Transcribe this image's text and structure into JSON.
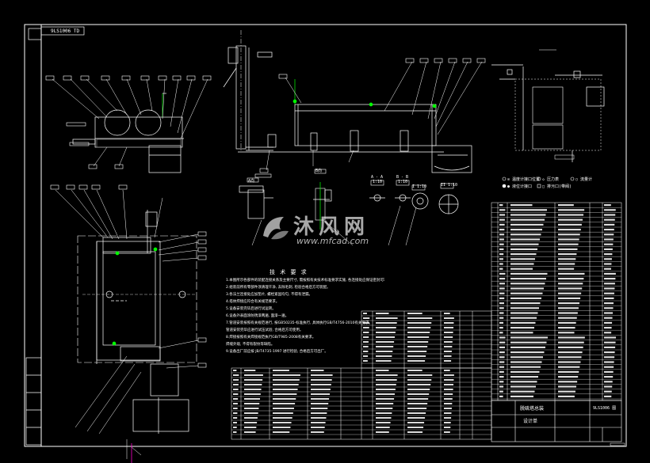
{
  "drawing": {
    "drawing_number_top": "9LS1006 TD",
    "drawing_number_box": "9LS1006 图",
    "title_block_name": "脱硫塔总装",
    "title_block_sub": "设计单",
    "section_labels": [
      "A向",
      "A - A",
      "B - B",
      "B向",
      "1:10",
      "1:10",
      "1:10",
      "1:10",
      "I 1:10",
      "II 1:10"
    ],
    "notes_title": "技 术 要 求",
    "notes": [
      "1.本图所示各部件的装配连接关系及主要尺寸, 需按照有关技术标准要求实施, 各连接处应保证密封可靠。",
      "2.组装前所有零部件须清理干净, 去除毛刺, 检验合格后方可装配。",
      "3.各法兰连接处应加垫片, 螺栓紧固均匀, 不得有泄漏。",
      "4.塔体焊接应符合有关规范要求。",
      "5.设备安装完毕后进行试运转。",
      "6.设备外表面涂防锈漆两遍, 面漆一遍。",
      "7.管道安装按照有关规范进行, 按GB50235-标准执行, 具体执行GB/T4756-2010有关要求。",
      "   管道安装完毕应进行试压试验, 合格后方可使用。",
      "8.焊接按照有关焊接规范执行GB/T985-2008有关要求。",
      "   焊缝外观, 不得有裂纹等缺陷。",
      "9.设备出厂前应按 JB/T4735-1997 进行检验, 合格后方可出厂。"
    ],
    "legend": {
      "items": [
        "⊙ 温度计接口位置",
        "◇ 压力表",
        "○ 流量计",
        "● 液位计接口",
        "□ 排污口(带阀)"
      ]
    },
    "watermark": {
      "cn": "沐风网",
      "url": "www.mfcad.com"
    }
  }
}
